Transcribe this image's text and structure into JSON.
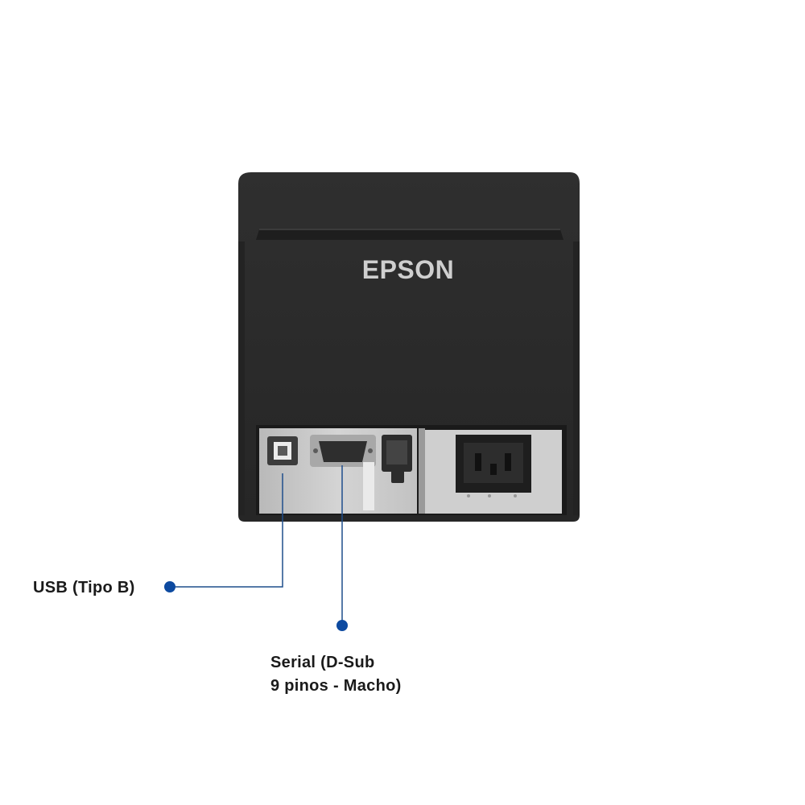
{
  "product": {
    "brand": "EPSON",
    "body_color": "#2b2b2b",
    "panel_color": "#c9c9c9"
  },
  "callouts": {
    "usb": {
      "text": "USB (Tipo B)"
    },
    "serial": {
      "line1": "Serial (D-Sub",
      "line2": "9 pinos - Macho)"
    },
    "line_color": "#1f4e8c",
    "dot_color": "#0d4aa0"
  }
}
